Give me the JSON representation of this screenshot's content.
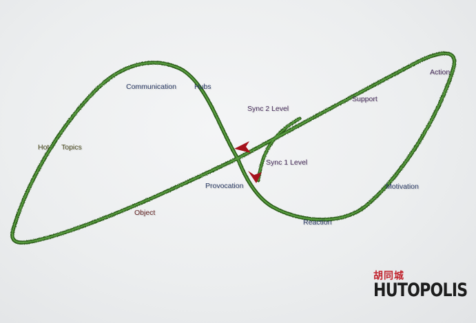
{
  "labels": {
    "communication": "Communication",
    "hubs": "Hubs",
    "hot": "Hot",
    "topics": "Topics",
    "sync2": "Sync 2 Level",
    "support": "Support",
    "action": "Action",
    "sync1": "Sync 1 Level",
    "provocation": "Provocation",
    "motivation": "Motivation",
    "object": "Object",
    "reaction": "Reaction"
  },
  "logo": {
    "chinese": "胡同城",
    "name": "HUTOPOLIS"
  },
  "colors": {
    "loop": "#3f7f2a",
    "loop_dark": "#2d5f1c",
    "arrow": "#a5121c",
    "logo_red": "#c0202a"
  }
}
